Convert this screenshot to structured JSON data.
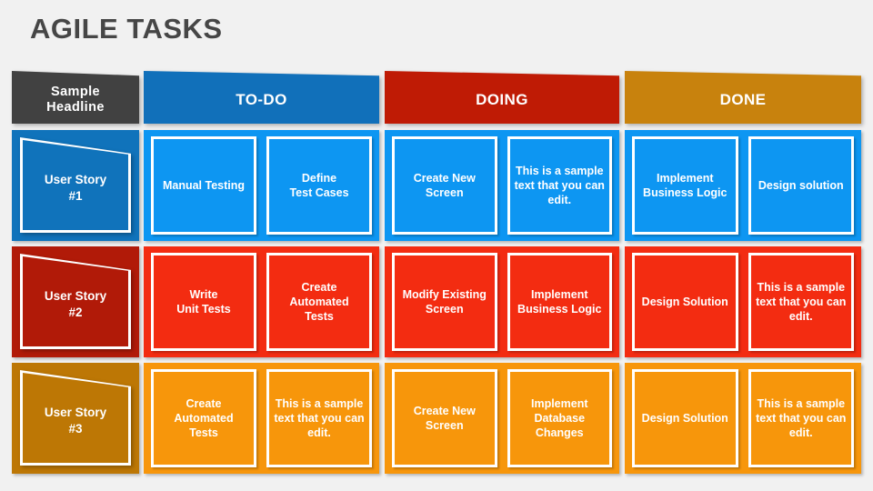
{
  "title": "AGILE TASKS",
  "colors": {
    "background": "#f1f1f1",
    "title_text": "#464646",
    "header_label": "#414141",
    "header_todo": "#1170ba",
    "header_doing": "#bf1b05",
    "header_done": "#c8820d",
    "row1_dark": "#1073bb",
    "row1_light": "#0d96f2",
    "row2_dark": "#b11a08",
    "row2_light": "#f32c11",
    "row3_dark": "#bd7705",
    "row3_light": "#f7960b",
    "card_border": "#ffffff",
    "card_text": "#ffffff"
  },
  "headers": [
    {
      "key": "label",
      "label": "Sample\nHeadline",
      "line1": "Sample",
      "line2": "Headline",
      "color_key": "header_label"
    },
    {
      "key": "todo",
      "label": "TO-DO",
      "color_key": "header_todo"
    },
    {
      "key": "doing",
      "label": "DOING",
      "color_key": "header_doing"
    },
    {
      "key": "done",
      "label": "DONE",
      "color_key": "header_done"
    }
  ],
  "rows": [
    {
      "story": {
        "line1": "User Story",
        "line2": "#1"
      },
      "dark_color": "#1073bb",
      "light_color": "#0d96f2",
      "todo": [
        "Manual Testing",
        "Define\nTest Cases"
      ],
      "doing": [
        "Create New\nScreen",
        "This is a sample text that you can edit."
      ],
      "done": [
        "Implement\nBusiness Logic",
        "Design solution"
      ]
    },
    {
      "story": {
        "line1": "User Story",
        "line2": "#2"
      },
      "dark_color": "#b11a08",
      "light_color": "#f32c11",
      "todo": [
        "Write\nUnit Tests",
        "Create\nAutomated\nTests"
      ],
      "doing": [
        "Modify Existing\nScreen",
        "Implement\nBusiness Logic"
      ],
      "done": [
        "Design Solution",
        "This is a sample text that you can edit."
      ]
    },
    {
      "story": {
        "line1": "User Story",
        "line2": "#3"
      },
      "dark_color": "#bd7705",
      "light_color": "#f7960b",
      "todo": [
        "Create\nAutomated\nTests",
        "This is a sample text that you can edit."
      ],
      "doing": [
        "Create New\nScreen",
        "Implement\nDatabase\nChanges"
      ],
      "done": [
        "Design Solution",
        "This is a sample text that you can edit."
      ]
    }
  ]
}
